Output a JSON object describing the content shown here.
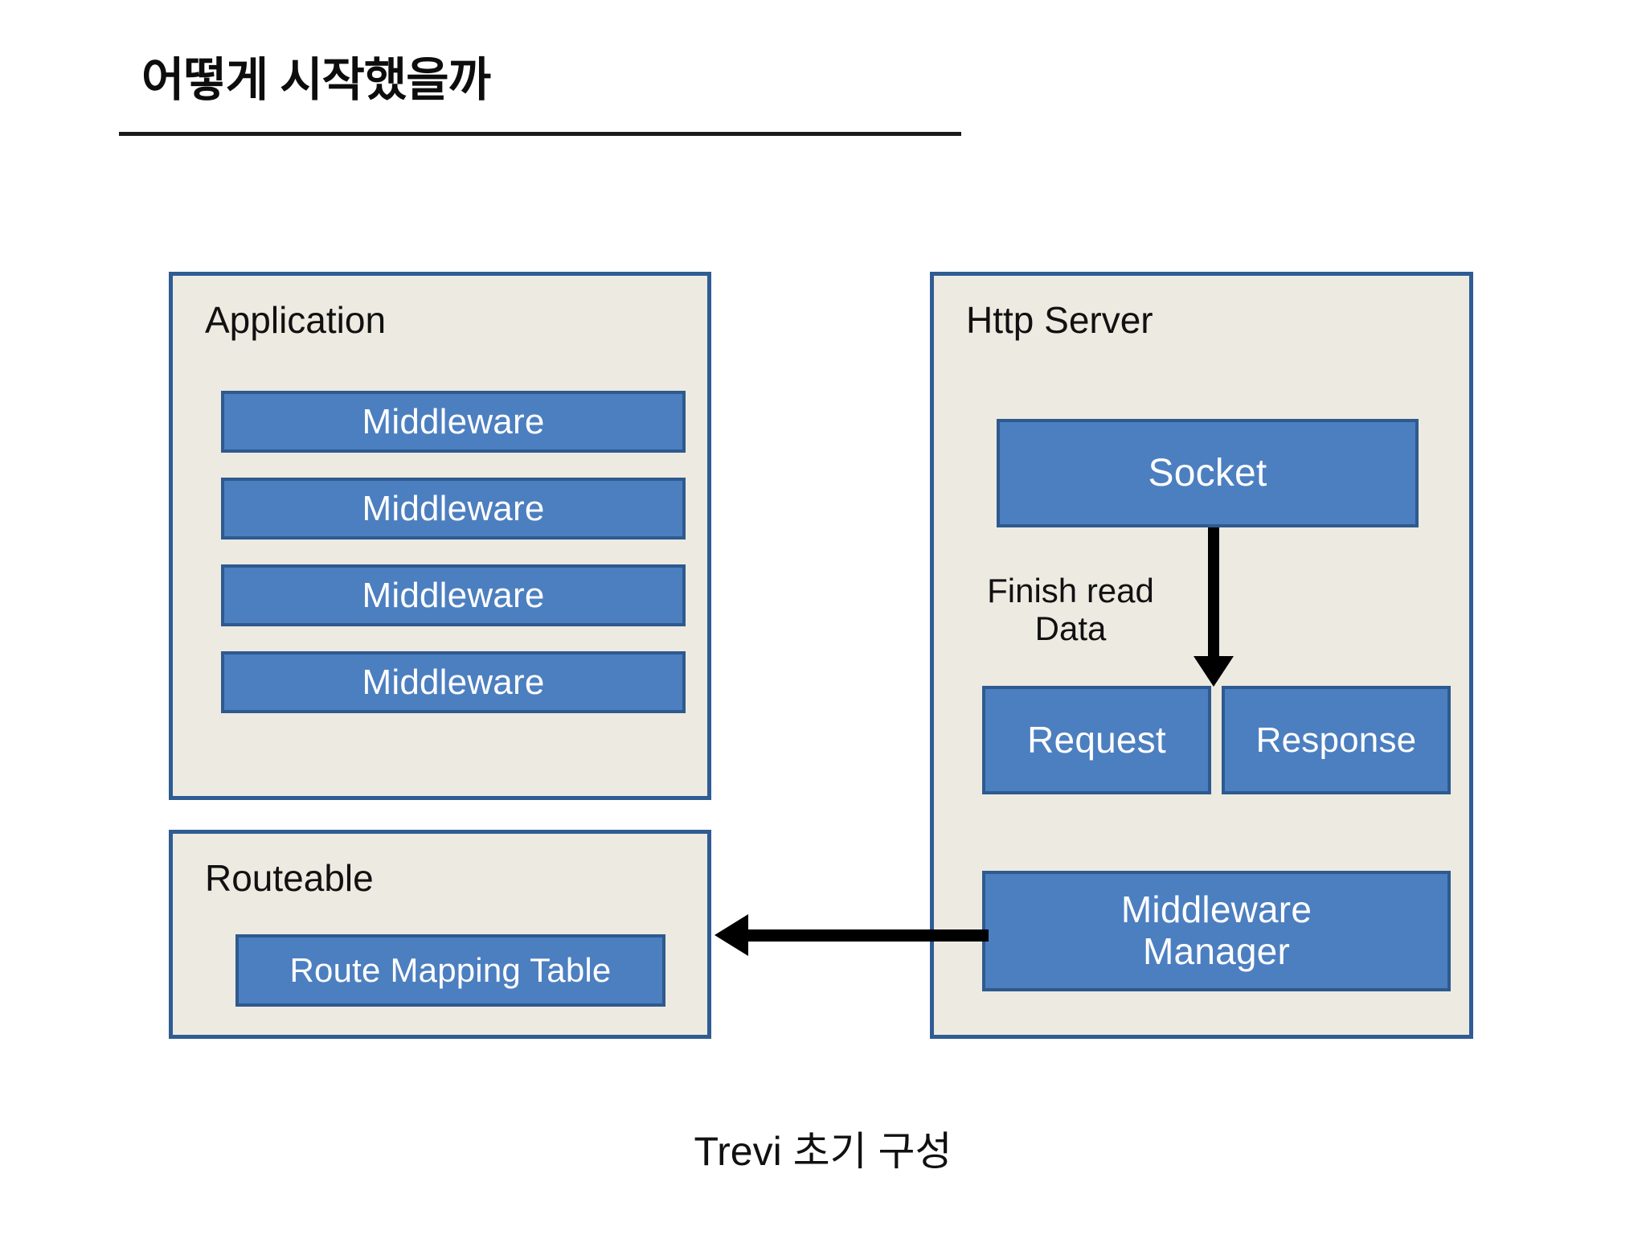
{
  "slide": {
    "title": "어떻게 시작했을까",
    "caption": "Trevi 초기 구성"
  },
  "colors": {
    "panel_fill": "#EDEAE2",
    "panel_border": "#2F5C93",
    "node_fill": "#4C7FC0",
    "node_border": "#2E5A8E",
    "node_text": "#FFFFFF",
    "text": "#111111",
    "arrow": "#000000",
    "background": "#FFFFFF"
  },
  "application_panel": {
    "title": "Application",
    "middlewares": [
      {
        "label": "Middleware"
      },
      {
        "label": "Middleware"
      },
      {
        "label": "Middleware"
      },
      {
        "label": "Middleware"
      }
    ]
  },
  "routeable_panel": {
    "title": "Routeable",
    "nodes": [
      {
        "label": "Route Mapping Table"
      }
    ]
  },
  "http_server_panel": {
    "title": "Http Server",
    "socket": {
      "label": "Socket"
    },
    "request": {
      "label": "Request"
    },
    "response": {
      "label": "Response"
    },
    "middleware_manager": {
      "line1": "Middleware",
      "line2": "Manager"
    }
  },
  "edges": {
    "socket_to_request": {
      "label_line1": "Finish read",
      "label_line2": "Data",
      "direction": "down"
    },
    "manager_to_routeable": {
      "label": "",
      "direction": "left"
    }
  }
}
